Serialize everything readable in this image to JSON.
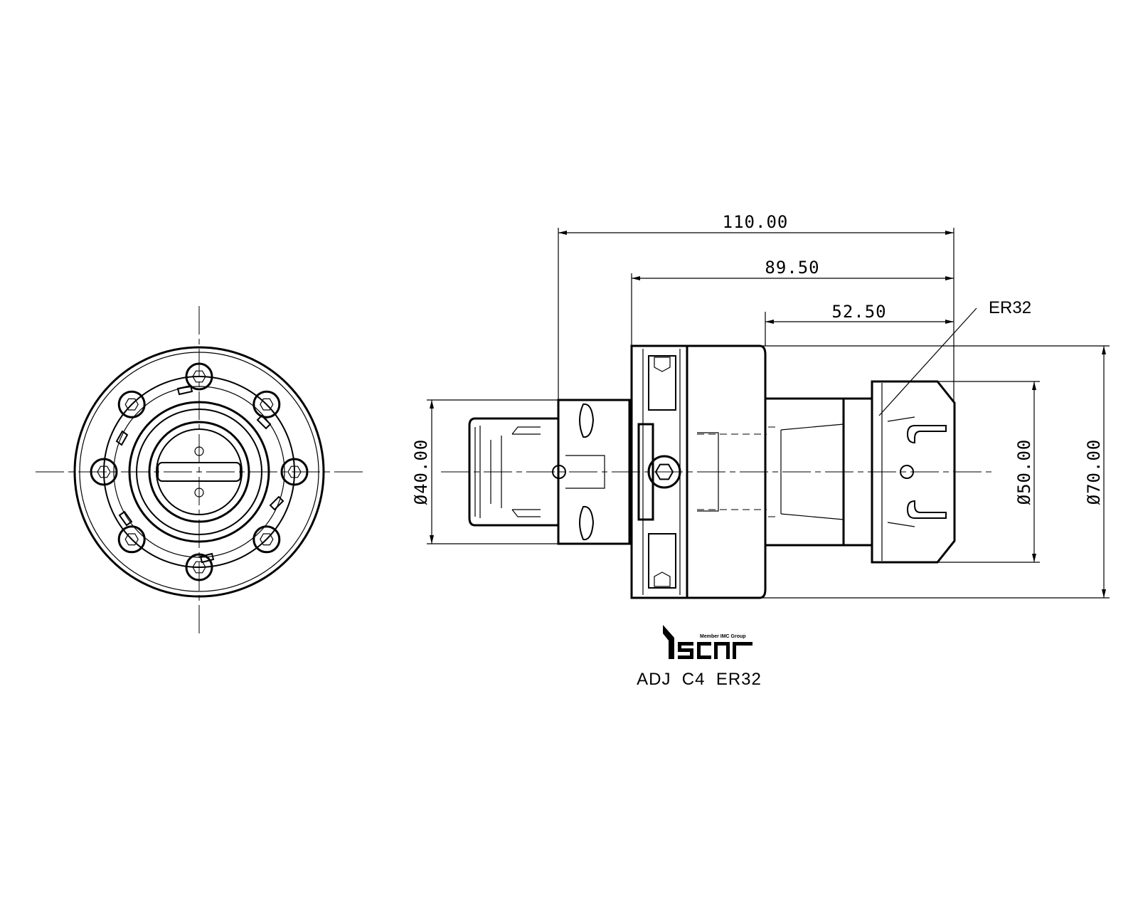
{
  "dimensions": {
    "overall_length": "110.00",
    "flange_to_end": "89.50",
    "body_to_end": "52.50",
    "shank_diameter": "Ø40.00",
    "nut_diameter": "Ø50.00",
    "body_diameter": "Ø70.00"
  },
  "callout": {
    "collet_label": "ER32"
  },
  "logo": {
    "tagline": "Member IMC Group",
    "brand": "iscar"
  },
  "title": {
    "part_code": "ADJ  C4  ER32"
  }
}
